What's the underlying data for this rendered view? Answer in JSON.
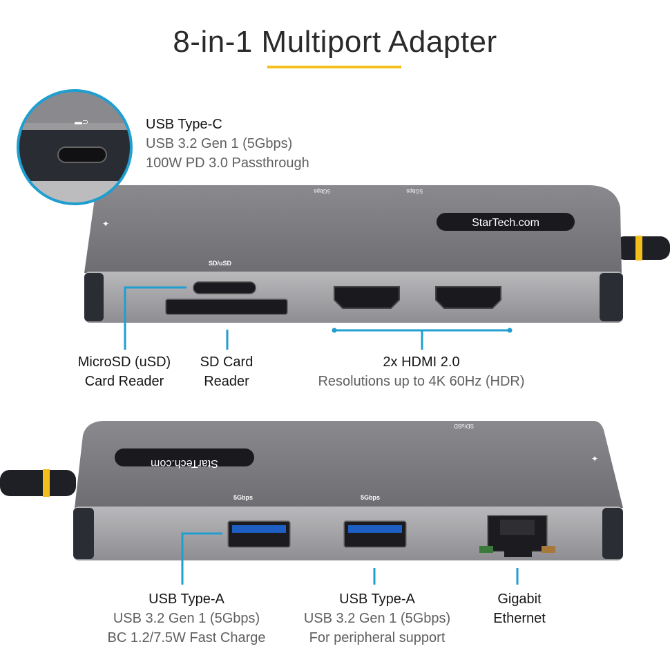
{
  "title": "8-in-1 Multiport Adapter",
  "colors": {
    "accent": "#f3bf1c",
    "callout": "#1f9ed0",
    "body_gray": "#7c7c80",
    "side_dark": "#2b2d35"
  },
  "device_top": {
    "brand": "StarTech.com",
    "card_slot_label": "SD/uSD",
    "top_port_labels": [
      "5Gbps",
      "5Gbps"
    ]
  },
  "device_bottom": {
    "brand": "StarTech.com",
    "port_label_1": "5Gbps",
    "port_label_2": "5Gbps",
    "card_slot_label": "SD/uSD"
  },
  "labels": {
    "usb_c": {
      "name": "USB Type-C",
      "line1": "USB 3.2 Gen 1 (5Gbps)",
      "line2": "100W PD 3.0 Passthrough"
    },
    "microsd": {
      "line1": "MicroSD (uSD)",
      "line2": "Card Reader"
    },
    "sd": {
      "line1": "SD Card",
      "line2": "Reader"
    },
    "hdmi": {
      "name": "2x HDMI 2.0",
      "line1": "Resolutions up to 4K 60Hz (HDR)"
    },
    "usb_a1": {
      "name": "USB Type-A",
      "line1": "USB 3.2 Gen 1 (5Gbps)",
      "line2": "BC 1.2/7.5W Fast Charge"
    },
    "usb_a2": {
      "name": "USB Type-A",
      "line1": "USB 3.2 Gen 1 (5Gbps)",
      "line2": "For peripheral support"
    },
    "ethernet": {
      "line1": "Gigabit",
      "line2": "Ethernet"
    }
  }
}
